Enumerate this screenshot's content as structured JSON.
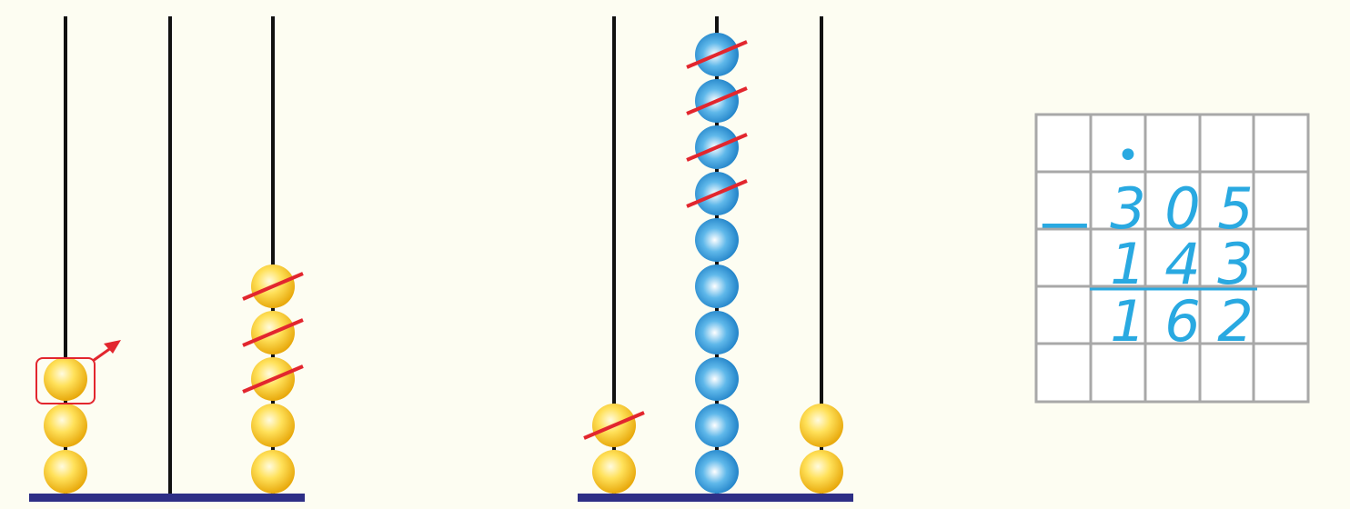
{
  "colors": {
    "background": "#fdfdf2",
    "rod": "#111111",
    "base": "#2e2f86",
    "bead_yellow": "#f6c31a",
    "bead_blue": "#1b8fd2",
    "strike": "#e2262e",
    "grid": "#a8a8a8",
    "digits": "#29a9e1"
  },
  "abacus_left": {
    "columns": [
      {
        "rod": "hundreds",
        "beads": 3,
        "crossed": 0,
        "highlighted_top": true
      },
      {
        "rod": "tens",
        "beads": 0,
        "crossed": 0
      },
      {
        "rod": "units",
        "beads": 5,
        "crossed": 3
      }
    ],
    "arrow": "carry-arrow-icon"
  },
  "abacus_right": {
    "columns": [
      {
        "rod": "hundreds",
        "beads": 2,
        "crossed": 1
      },
      {
        "rod": "tens",
        "beads": 10,
        "crossed": 4
      },
      {
        "rod": "units",
        "beads": 2,
        "crossed": 0
      }
    ]
  },
  "subtraction": {
    "operator": "−",
    "borrow_mark": "•",
    "minuend": [
      "3",
      "0",
      "5"
    ],
    "subtrahend": [
      "1",
      "4",
      "3"
    ],
    "difference": [
      "1",
      "6",
      "2"
    ]
  }
}
